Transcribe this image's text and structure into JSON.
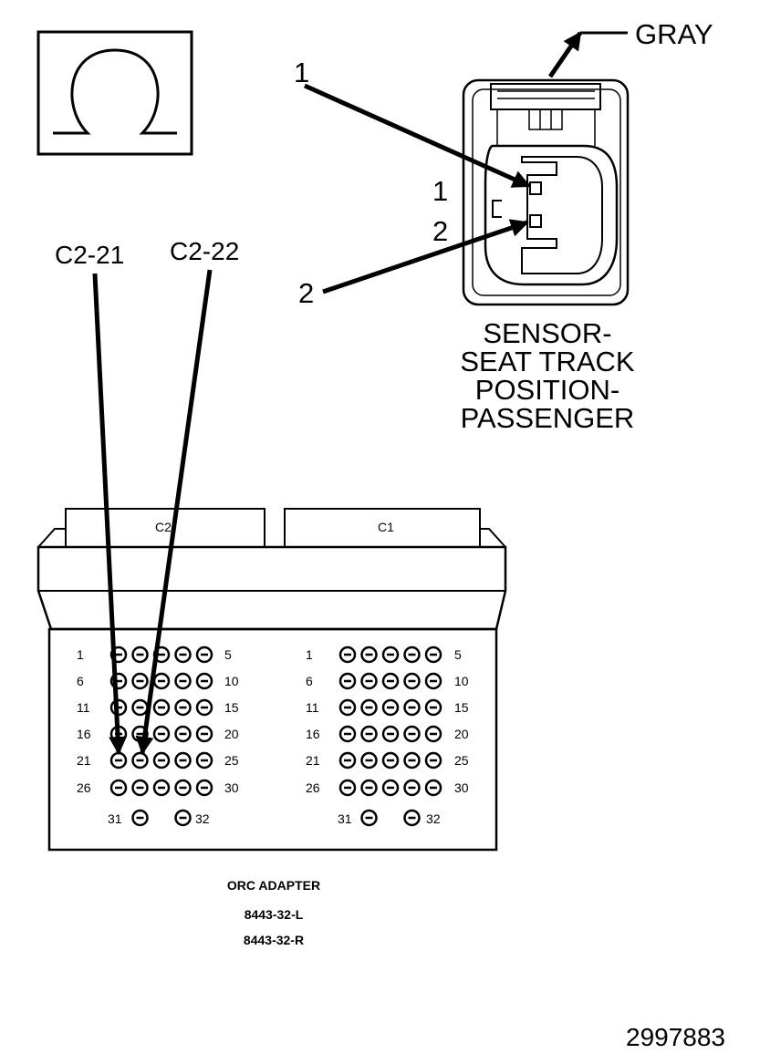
{
  "sensor": {
    "color_label": "GRAY",
    "pin1_callout": "1",
    "pin2_callout": "2",
    "pin1_face_label": "1",
    "pin2_face_label": "2",
    "name_lines": [
      "SENSOR-",
      "SEAT TRACK",
      "POSITION-",
      "PASSENGER"
    ]
  },
  "adapter": {
    "callouts": [
      "C2-21",
      "C2-22"
    ],
    "connector_labels": [
      "C2",
      "C1"
    ],
    "row_start_labels": [
      "1",
      "6",
      "11",
      "16",
      "21",
      "26"
    ],
    "row_end_labels": [
      "5",
      "10",
      "15",
      "20",
      "25",
      "30"
    ],
    "extra_pin_labels": [
      "31",
      "32"
    ],
    "caption_title": "ORC ADAPTER",
    "caption_parts": [
      "8443-32-L",
      "8443-32-R"
    ]
  },
  "figure_number": "2997883"
}
